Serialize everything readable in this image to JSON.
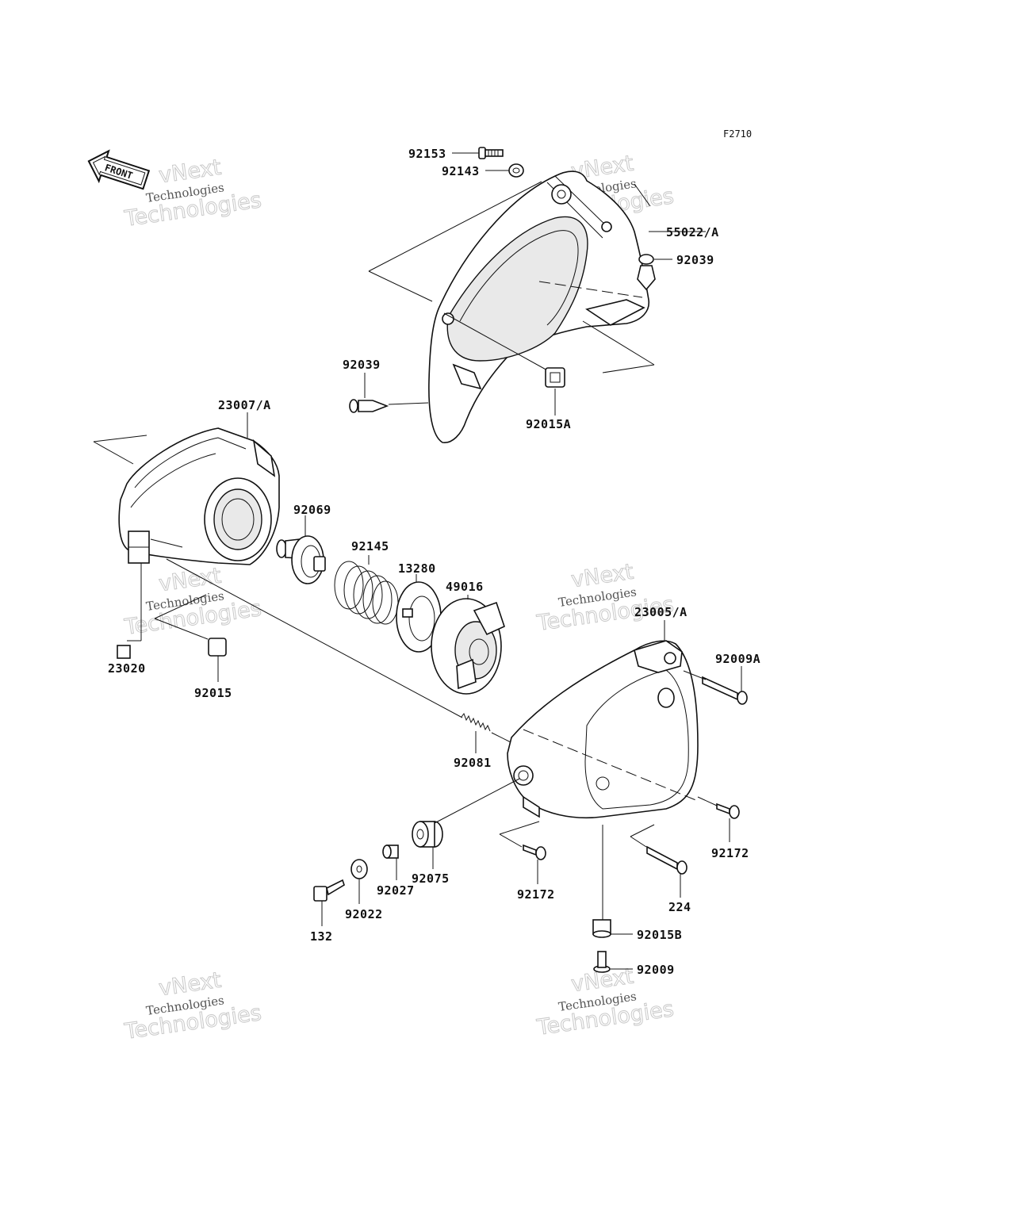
{
  "figure_code": "F2710",
  "front_arrow": {
    "text": "FRONT",
    "icon": "front-direction-arrow-icon"
  },
  "watermarks": [
    {
      "line1": "vNext",
      "line2": "Technologies",
      "line3": "Technologies"
    },
    {
      "line1": "vNext",
      "line2": "Technologies",
      "line3": "Technologies"
    },
    {
      "line1": "vNext",
      "line2": "Technologies",
      "line3": "Technologies"
    },
    {
      "line1": "vNext",
      "line2": "Technologies",
      "line3": "Technologies"
    },
    {
      "line1": "vNext",
      "line2": "Technologies",
      "line3": "Technologies"
    },
    {
      "line1": "vNext",
      "line2": "Technologies",
      "line3": "Technologies"
    }
  ],
  "parts": {
    "p92153": "92153",
    "p92143": "92143",
    "p55022A": "55022/A",
    "p92039_top": "92039",
    "p92039_left": "92039",
    "p92015A": "92015A",
    "p23007A": "23007/A",
    "p92069": "92069",
    "p92145": "92145",
    "p13280": "13280",
    "p49016": "49016",
    "p23005A": "23005/A",
    "p92009A": "92009A",
    "p23020": "23020",
    "p92015": "92015",
    "p92081": "92081",
    "p92172_right": "92172",
    "p92172_mid": "92172",
    "p224": "224",
    "p92075": "92075",
    "p92027": "92027",
    "p92022": "92022",
    "p132": "132",
    "p92015B": "92015B",
    "p92009": "92009"
  }
}
